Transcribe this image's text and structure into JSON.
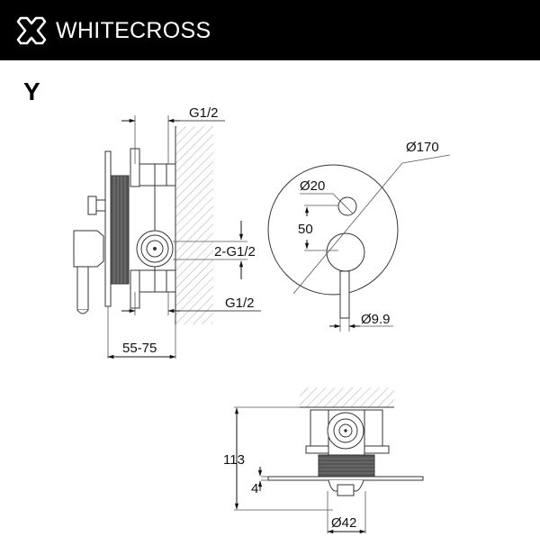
{
  "header": {
    "brand": "WHITECROSS",
    "logo_icon": "cross-x-icon",
    "background": "#000000",
    "text_color": "#ffffff"
  },
  "variant_label": "Y",
  "drawing": {
    "side_view": {
      "dims": {
        "top_inlet": "G1/2",
        "outlets": "2-G1/2",
        "bottom_inlet": "G1/2",
        "install_depth": "55-75"
      }
    },
    "front_view": {
      "dims": {
        "plate_diameter": "Ø170",
        "button_diameter": "Ø20",
        "center_distance": "50",
        "lever_diameter": "Ø9.9"
      }
    },
    "bottom_view": {
      "dims": {
        "total_depth": "113",
        "plate_thickness": "4",
        "handle_diameter": "Ø42"
      }
    }
  },
  "colors": {
    "line": "#333333",
    "hatch": "#999999",
    "thread": "#555555"
  }
}
